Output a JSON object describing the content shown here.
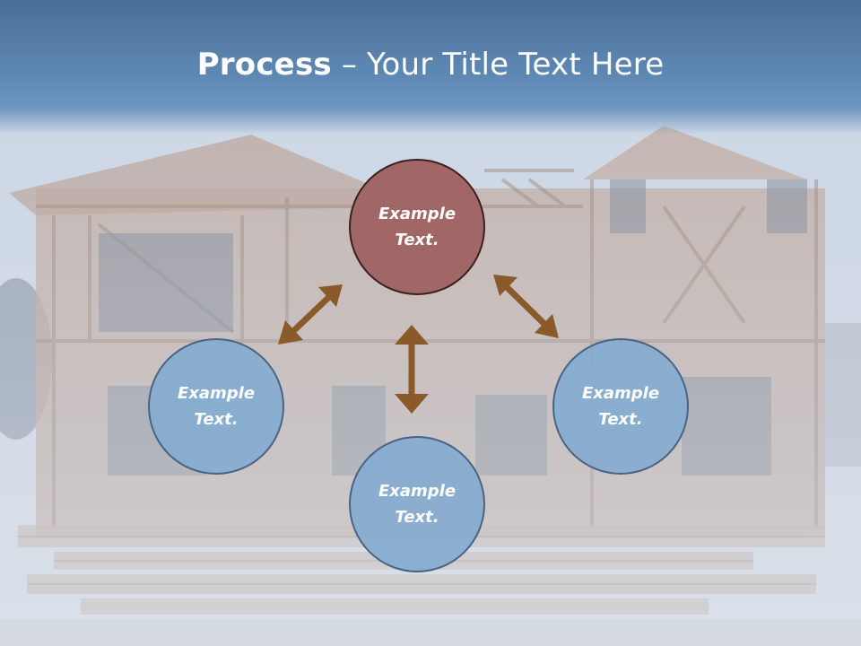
{
  "slide": {
    "title_bold": "Process",
    "title_rest": " – Your Title Text Here"
  },
  "nodes": {
    "center": {
      "line1": "Example",
      "line2": "Text."
    },
    "left": {
      "line1": "Example",
      "line2": "Text."
    },
    "bottom": {
      "line1": "Example",
      "line2": "Text."
    },
    "right": {
      "line1": "Example",
      "line2": "Text."
    }
  },
  "colors": {
    "header_blue": "#5e88b4",
    "center_circle": "#a06766",
    "outer_circle": "#85acd1",
    "arrow": "#8b5a2b"
  }
}
